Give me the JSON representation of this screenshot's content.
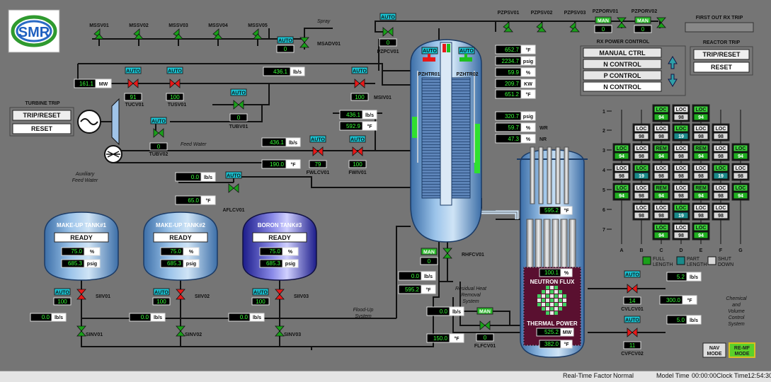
{
  "logo": {
    "text": "SMR"
  },
  "main_steam": {
    "valves": [
      "MSSV01",
      "MSSV02",
      "MSSV03",
      "MSSV04",
      "MSSV05"
    ],
    "spray_label": "Spray",
    "msadv": {
      "name": "MSADV01",
      "mode": "AUTO",
      "value": "0"
    },
    "flow": {
      "value": "436.1",
      "unit": "lb/s"
    },
    "power": {
      "value": "161.1",
      "unit": "MW"
    },
    "msiv": {
      "name": "MSIV01",
      "mode": "AUTO",
      "value": "100"
    },
    "tucv": {
      "name": "TUCV01",
      "mode": "AUTO",
      "value": "91"
    },
    "tusv": {
      "name": "TUSV01",
      "mode": "AUTO",
      "value": "100"
    },
    "tubv01": {
      "name": "TUBV01",
      "mode": "AUTO",
      "value": "0"
    },
    "tubv02": {
      "name": "TUBV02",
      "mode": "AUTO",
      "value": "0"
    }
  },
  "pzpcv": {
    "name": "PZPCV01",
    "mode": "AUTO",
    "value": "0"
  },
  "pzpsv": [
    "PZPSV01",
    "PZPSV02",
    "PZPSV03"
  ],
  "pzporv1": {
    "name": "PZPORV01",
    "mode": "MAN",
    "value": "0"
  },
  "pzporv2": {
    "name": "PZPORV02",
    "mode": "MAN",
    "value": "0"
  },
  "turbine_trip": {
    "title": "TURBINE TRIP",
    "trip": "TRIP/RESET",
    "reset": "RESET"
  },
  "feedwater": {
    "label": "Feed Water",
    "flow": {
      "value": "436.1",
      "unit": "lb/s"
    },
    "temp": {
      "value": "190.0",
      "unit": "°F"
    },
    "fwlcv": {
      "name": "FWLCV01",
      "mode": "AUTO",
      "value": "79"
    },
    "fwiv": {
      "name": "FWIV01",
      "mode": "AUTO",
      "value": "100"
    }
  },
  "aux_feed": {
    "label1": "Auxiliary",
    "label2": "Feed Water",
    "flow": {
      "value": "0.0",
      "unit": "lb/s"
    },
    "temp": {
      "value": "65.0",
      "unit": "°F"
    },
    "valve": {
      "name": "AFLCV01",
      "mode": "AUTO"
    }
  },
  "sg_outlet": {
    "flow": {
      "value": "436.1",
      "unit": "lb/s"
    },
    "temp": {
      "value": "592.9",
      "unit": "°F"
    }
  },
  "pressurizer": {
    "htr1": {
      "name": "PZHTR01",
      "mode": "AUTO"
    },
    "htr2": {
      "name": "PZHTR02",
      "mode": "AUTO"
    },
    "readouts": [
      {
        "value": "652.7",
        "unit": "°F"
      },
      {
        "value": "2234.7",
        "unit": "psig"
      },
      {
        "value": "59.9",
        "unit": "%"
      },
      {
        "value": "209.7",
        "unit": "KW"
      },
      {
        "value": "651.2",
        "unit": "°F"
      }
    ]
  },
  "sg_readouts": [
    {
      "value": "320.7",
      "unit": "psig",
      "tag": ""
    },
    {
      "value": "59.7",
      "unit": "%",
      "tag": "WR"
    },
    {
      "value": "47.3",
      "unit": "%",
      "tag": "NR"
    }
  ],
  "rx_power_control": {
    "title": "RX POWER CONTROL",
    "buttons": [
      "MANUAL CTRL",
      "N CONTROL",
      "P CONTROL",
      "N CONTROL"
    ]
  },
  "first_out": {
    "title": "FIRST OUT RX TRIP"
  },
  "reactor_trip": {
    "title": "REACTOR TRIP",
    "trip": "TRIP/RESET",
    "reset": "RESET"
  },
  "core_map": {
    "rows": [
      "1",
      "2",
      "3",
      "4",
      "5",
      "6",
      "7"
    ],
    "cols": [
      "A",
      "B",
      "C",
      "D",
      "E",
      "F",
      "G"
    ],
    "cells": [
      [
        null,
        null,
        {
          "t": "LOC",
          "v": "94",
          "c": "g"
        },
        {
          "t": "LOC",
          "v": "98",
          "c": "w"
        },
        {
          "t": "LOC",
          "v": "94",
          "c": "g"
        },
        null,
        null
      ],
      [
        null,
        {
          "t": "LOC",
          "v": "98",
          "c": "w"
        },
        {
          "t": "LOC",
          "v": "98",
          "c": "w"
        },
        {
          "t": "LOC",
          "v": "19",
          "c": "c"
        },
        {
          "t": "LOC",
          "v": "98",
          "c": "w"
        },
        {
          "t": "LOC",
          "v": "98",
          "c": "w"
        },
        null
      ],
      [
        {
          "t": "LOC",
          "v": "94",
          "c": "g"
        },
        {
          "t": "LOC",
          "v": "98",
          "c": "w"
        },
        {
          "t": "REM",
          "v": "94",
          "c": "g"
        },
        {
          "t": "LOC",
          "v": "98",
          "c": "w"
        },
        {
          "t": "REM",
          "v": "94",
          "c": "g"
        },
        {
          "t": "LOC",
          "v": "98",
          "c": "w"
        },
        {
          "t": "LOC",
          "v": "94",
          "c": "g"
        }
      ],
      [
        {
          "t": "LOC",
          "v": "98",
          "c": "w"
        },
        {
          "t": "LOC",
          "v": "19",
          "c": "c"
        },
        {
          "t": "LOC",
          "v": "98",
          "c": "w"
        },
        {
          "t": "LOC",
          "v": "98",
          "c": "w"
        },
        {
          "t": "LOC",
          "v": "98",
          "c": "w"
        },
        {
          "t": "LOC",
          "v": "19",
          "c": "c"
        },
        {
          "t": "LOC",
          "v": "98",
          "c": "w"
        }
      ],
      [
        {
          "t": "LOC",
          "v": "94",
          "c": "g"
        },
        {
          "t": "LOC",
          "v": "98",
          "c": "w"
        },
        {
          "t": "REM",
          "v": "94",
          "c": "g"
        },
        {
          "t": "LOC",
          "v": "98",
          "c": "w"
        },
        {
          "t": "REM",
          "v": "94",
          "c": "g"
        },
        {
          "t": "LOC",
          "v": "98",
          "c": "w"
        },
        {
          "t": "LOC",
          "v": "94",
          "c": "g"
        }
      ],
      [
        null,
        {
          "t": "LOC",
          "v": "98",
          "c": "w"
        },
        {
          "t": "LOC",
          "v": "98",
          "c": "w"
        },
        {
          "t": "LOC",
          "v": "19",
          "c": "c"
        },
        {
          "t": "LOC",
          "v": "98",
          "c": "w"
        },
        {
          "t": "LOC",
          "v": "98",
          "c": "w"
        },
        null
      ],
      [
        null,
        null,
        {
          "t": "LOC",
          "v": "94",
          "c": "g"
        },
        {
          "t": "LOC",
          "v": "98",
          "c": "w"
        },
        {
          "t": "LOC",
          "v": "94",
          "c": "g"
        },
        null,
        null
      ]
    ],
    "legend": [
      {
        "label": "FULL",
        "label2": "LENGTH",
        "color": "#1aa01a"
      },
      {
        "label": "PART",
        "label2": "LENGTH",
        "color": "#1a8a8a"
      },
      {
        "label": "SHUT",
        "label2": "DOWN",
        "color": "#d8d8d8"
      }
    ]
  },
  "tanks": [
    {
      "title": "MAKE-UP TANK#1",
      "status": "READY",
      "level": "75.0",
      "level_unit": "%",
      "pressure": "685.3",
      "pressure_unit": "psig",
      "siiv": "SIIV01",
      "siiv_mode": "AUTO",
      "siiv_value": "100",
      "sinv": "SINV01",
      "flow": "0.0",
      "flow_unit": "lb/s"
    },
    {
      "title": "MAKE-UP TANK#2",
      "status": "READY",
      "level": "75.0",
      "level_unit": "%",
      "pressure": "685.3",
      "pressure_unit": "psig",
      "siiv": "SIIV02",
      "siiv_mode": "AUTO",
      "siiv_value": "100",
      "sinv": "SINV02",
      "flow": "0.0",
      "flow_unit": "lb/s"
    },
    {
      "title": "BORON TANK#3",
      "status": "READY",
      "level": "75.0",
      "level_unit": "%",
      "pressure": "685.3",
      "pressure_unit": "psig",
      "siiv": "SIIV03",
      "siiv_mode": "AUTO",
      "siiv_value": "100",
      "sinv": "SINV03",
      "flow": "0.0",
      "flow_unit": "lb/s"
    }
  ],
  "flood_up": {
    "label1": "Flood-Up",
    "label2": "System"
  },
  "rhr": {
    "label1": "Residual Heat",
    "label2": "Removal",
    "label3": "System",
    "valve": {
      "name": "RHFCV01",
      "mode": "MAN",
      "value": "0"
    },
    "flow": {
      "value": "0.0",
      "unit": "lb/s"
    },
    "temp": {
      "value": "595.2",
      "unit": "°F"
    }
  },
  "flfcv": {
    "name": "FLFCV01",
    "mode": "MAN",
    "value": "0",
    "flow": "0.0",
    "flow_unit": "lb/s",
    "temp": "150.0",
    "temp_unit": "°F"
  },
  "reactor": {
    "outlet_temp": {
      "value": "595.2",
      "unit": "°F"
    },
    "flux_pct": {
      "value": "100.1",
      "unit": "%"
    },
    "flux_label": "NEUTRON FLUX",
    "power_label": "THERMAL POWER",
    "power": {
      "value": "525.2",
      "unit": "MW"
    },
    "inlet_temp": {
      "value": "382.0",
      "unit": "°F"
    }
  },
  "cvcs": {
    "label1": "Chemical",
    "label2": "and",
    "label3": "Volume",
    "label4": "Control",
    "label5": "System",
    "cvlcv": {
      "name": "CVLCV01",
      "mode": "AUTO",
      "value": "14",
      "flow": "5.2",
      "flow_unit": "lb/s",
      "temp": "300.0",
      "temp_unit": "°F"
    },
    "cvfcv": {
      "name": "CVFCV02",
      "mode": "AUTO",
      "value": "11",
      "flow": "5.0",
      "flow_unit": "lb/s"
    }
  },
  "mode_buttons": {
    "nav1": "NAV",
    "nav2": "MODE",
    "re1": "RE-MF",
    "re2": "MODE"
  },
  "status_bar": {
    "rtf_label": "Real-Time Factor",
    "rtf": "Normal",
    "mt_label": "Model Time",
    "mt": "00:00:00",
    "ct_label": "Clock Time",
    "ct": "12:54:30"
  }
}
